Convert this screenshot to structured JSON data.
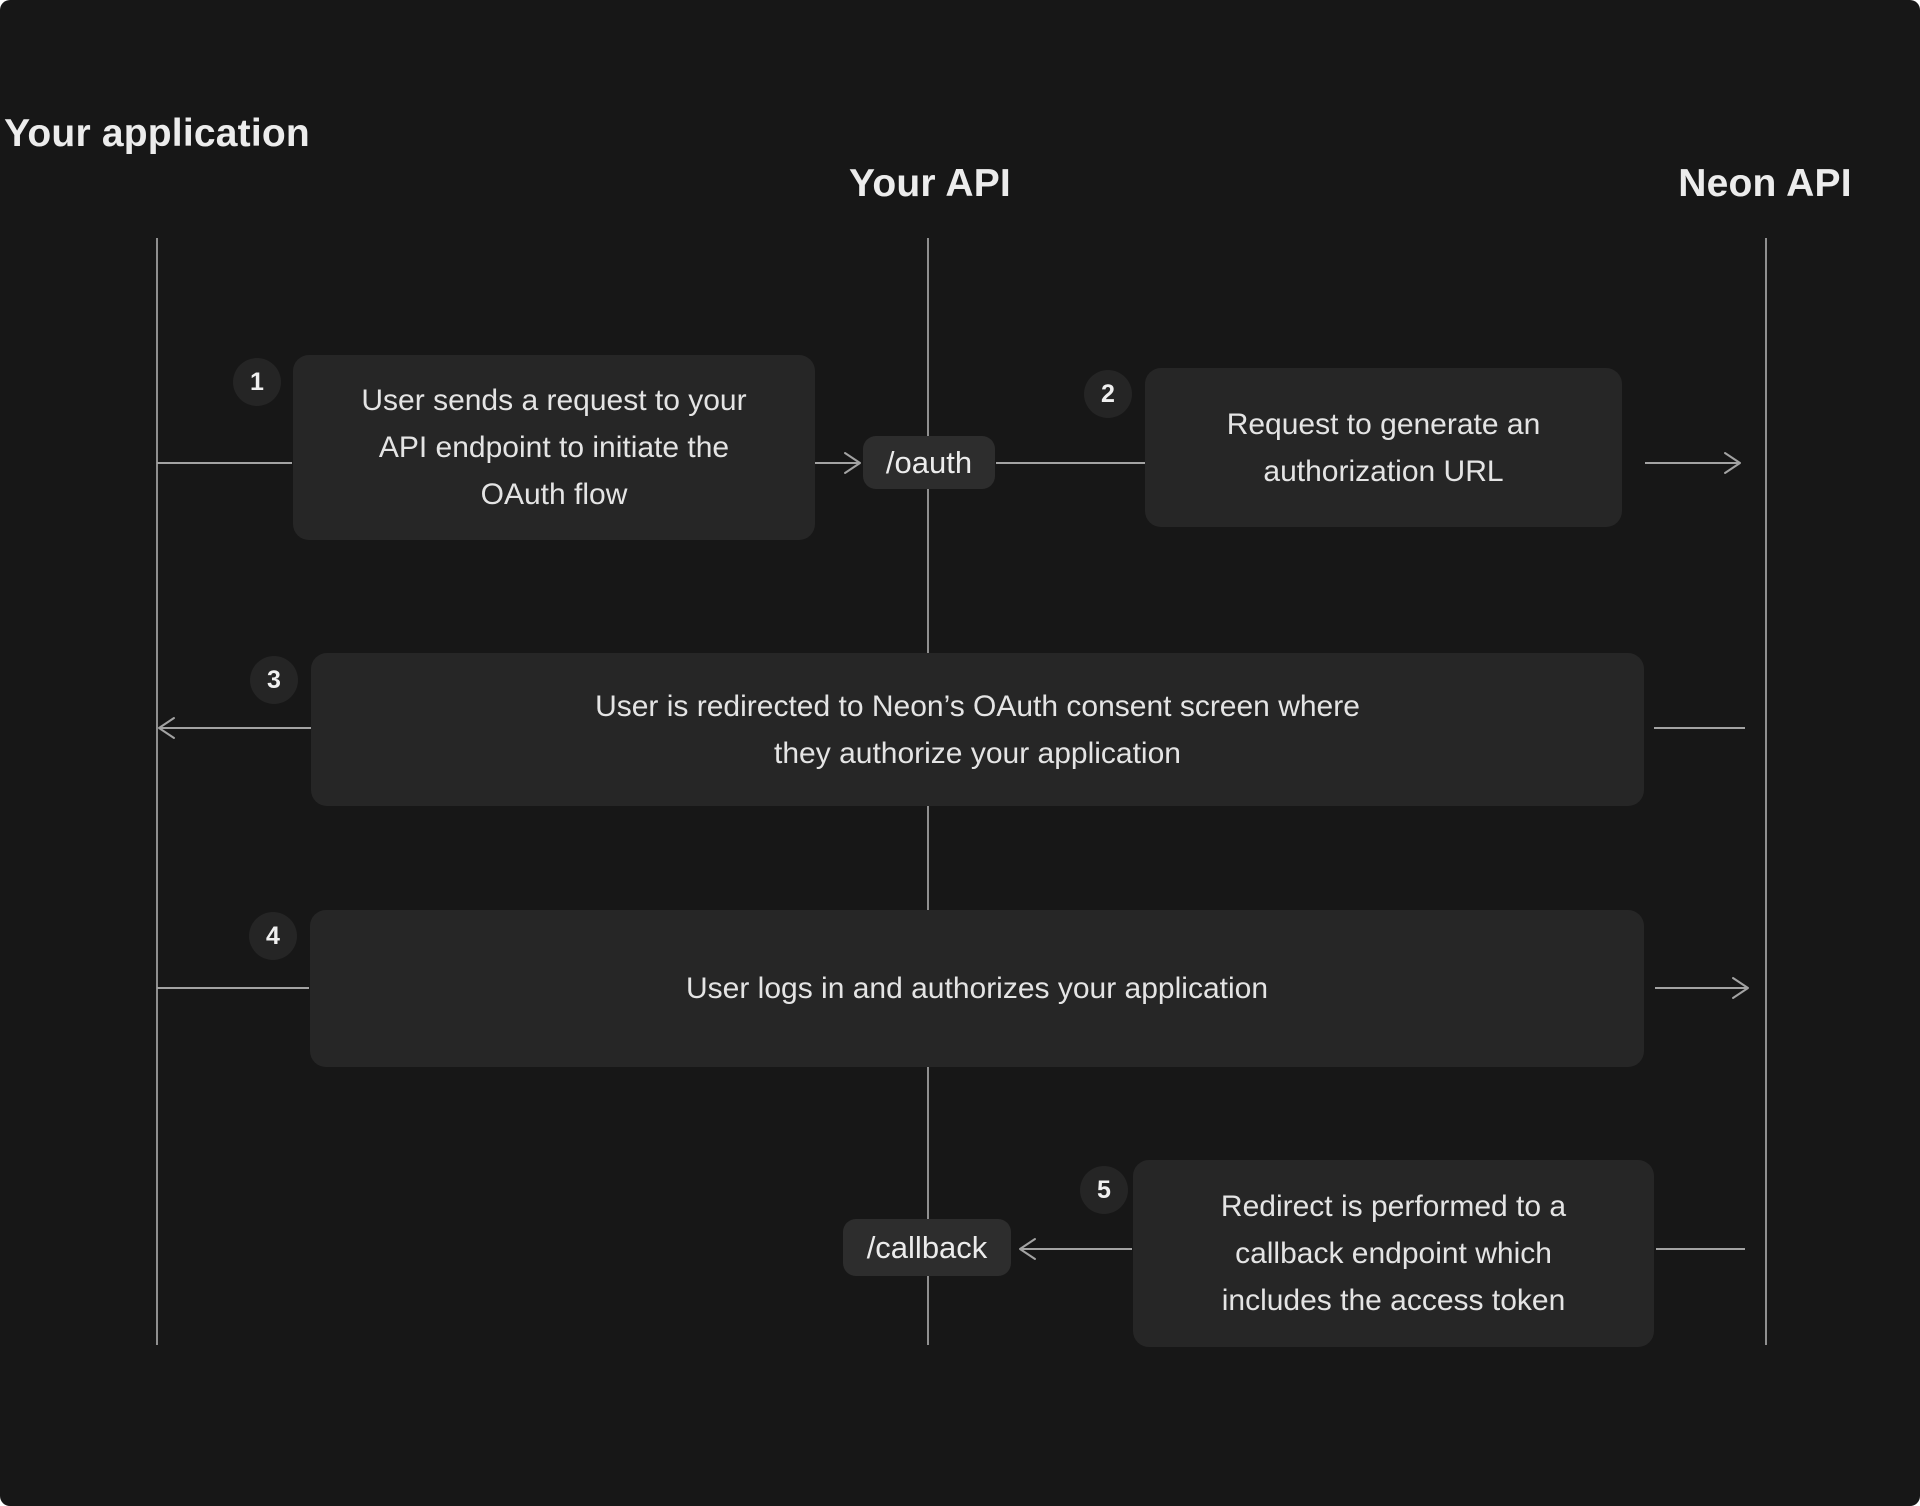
{
  "actors": [
    {
      "name": "Your application"
    },
    {
      "name": "Your API"
    },
    {
      "name": "Neon API"
    }
  ],
  "endpoints": {
    "oauth": "/oauth",
    "callback": "/callback"
  },
  "steps": [
    {
      "number": "1",
      "text": "User sends a request to your\nAPI endpoint to initiate the\nOAuth flow",
      "from": "Your application",
      "to": "Your API /oauth"
    },
    {
      "number": "2",
      "text": "Request to generate an\nauthorization URL",
      "from": "Your API",
      "to": "Neon API"
    },
    {
      "number": "3",
      "text": "User is redirected to Neon’s OAuth consent screen where\nthey authorize your application",
      "from": "Neon API",
      "to": "Your application"
    },
    {
      "number": "4",
      "text": "User logs in and authorizes your application",
      "from": "Your application",
      "to": "Neon API"
    },
    {
      "number": "5",
      "text": "Redirect is performed to a\ncallback endpoint which\nincludes the access token",
      "from": "Neon API",
      "to": "Your API /callback"
    }
  ],
  "colors": {
    "background": "#171717",
    "box_fill": "#262626",
    "pill_fill": "#2d2d2d",
    "badge_fill": "#252525",
    "message_line": "#a3a3a3",
    "lifeline": "#8f8f8f",
    "heading_text": "#ececec",
    "body_text": "#e4e4e4"
  }
}
